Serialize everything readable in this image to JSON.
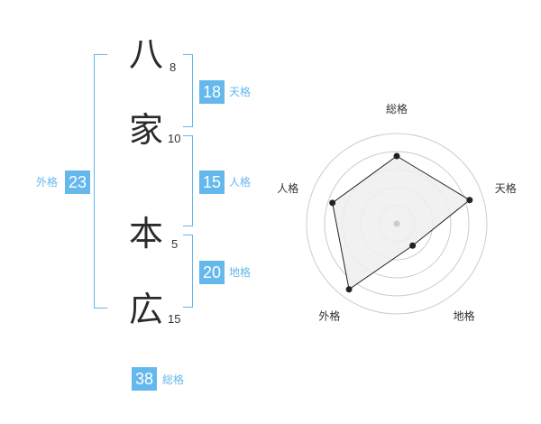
{
  "name": {
    "chars": [
      {
        "char": "八",
        "strokes": "8"
      },
      {
        "char": "家",
        "strokes": "10"
      },
      {
        "char": "本",
        "strokes": "5"
      },
      {
        "char": "広",
        "strokes": "15"
      }
    ]
  },
  "kakusu": {
    "tenkaku": {
      "value": "18",
      "label": "天格"
    },
    "jinkaku": {
      "value": "15",
      "label": "人格"
    },
    "chikaku": {
      "value": "20",
      "label": "地格"
    },
    "gaikaku": {
      "value": "23",
      "label": "外格"
    },
    "soukaku": {
      "value": "38",
      "label": "総格"
    }
  },
  "colors": {
    "accent": "#64b8ec",
    "text": "#2b2b2b",
    "radar_fill": "#eeeeee",
    "ring": "#cccccc"
  },
  "chart_data": {
    "type": "radar",
    "axes": [
      "総格",
      "天格",
      "地格",
      "外格",
      "人格"
    ],
    "values": [
      0.75,
      0.85,
      0.3,
      0.9,
      0.75
    ],
    "rings": 5,
    "max": 1
  }
}
